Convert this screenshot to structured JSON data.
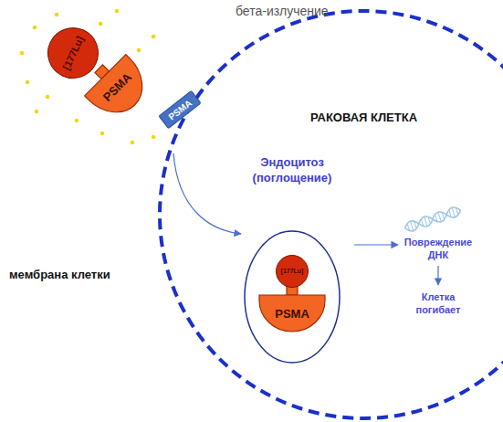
{
  "diagram": {
    "nodes": [
      {
        "text": [
          "[177Lu]"
        ]
      },
      {
        "text": [
          "PSMA"
        ]
      },
      {
        "text": [
          "PSMA"
        ]
      },
      {
        "text": [
          "РАКОВАЯ КЛЕТКА"
        ]
      },
      {
        "text": [
          "[177Lu]"
        ],
        "in": 3
      },
      {
        "text": [
          "PSMA"
        ],
        "in": 3
      }
    ],
    "labels": [
      "бета-излучение",
      "Эндоцитоз (поглощение)",
      "мембрана клетки",
      "Повреждение ДНК",
      "Клетка погибает"
    ]
  }
}
